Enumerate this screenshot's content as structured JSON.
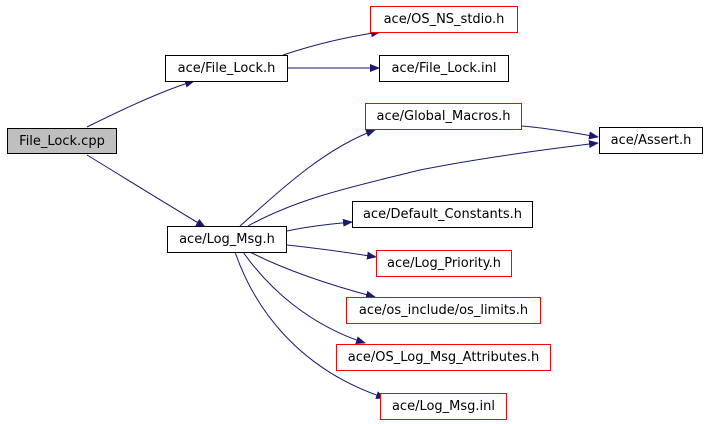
{
  "graph": {
    "nodes": {
      "file_lock_cpp": {
        "label": "File_Lock.cpp",
        "border": "#000000",
        "fill": "#bfbfbf"
      },
      "file_lock_h": {
        "label": "ace/File_Lock.h",
        "border": "#000000",
        "fill": "#ffffff"
      },
      "os_ns_stdio_h": {
        "label": "ace/OS_NS_stdio.h",
        "border": "#ff0000",
        "fill": "#ffffff"
      },
      "file_lock_inl": {
        "label": "ace/File_Lock.inl",
        "border": "#000000",
        "fill": "#ffffff"
      },
      "global_macros_h": {
        "label": "ace/Global_Macros.h",
        "border": "#ff0000",
        "fill": "#ffffff"
      },
      "assert_h": {
        "label": "ace/Assert.h",
        "border": "#000000",
        "fill": "#ffffff"
      },
      "log_msg_h": {
        "label": "ace/Log_Msg.h",
        "border": "#000000",
        "fill": "#ffffff"
      },
      "default_constants_h": {
        "label": "ace/Default_Constants.h",
        "border": "#000000",
        "fill": "#ffffff"
      },
      "log_priority_h": {
        "label": "ace/Log_Priority.h",
        "border": "#ff0000",
        "fill": "#ffffff"
      },
      "os_limits_h": {
        "label": "ace/os_include/os_limits.h",
        "border": "#ff0000",
        "fill": "#ffffff"
      },
      "os_log_msg_attributes_h": {
        "label": "ace/OS_Log_Msg_Attributes.h",
        "border": "#ff0000",
        "fill": "#ffffff"
      },
      "log_msg_inl": {
        "label": "ace/Log_Msg.inl",
        "border": "#ff0000",
        "fill": "#ffffff"
      }
    },
    "edges": [
      [
        "file_lock_cpp",
        "file_lock_h"
      ],
      [
        "file_lock_cpp",
        "log_msg_h"
      ],
      [
        "file_lock_h",
        "os_ns_stdio_h"
      ],
      [
        "file_lock_h",
        "file_lock_inl"
      ],
      [
        "log_msg_h",
        "global_macros_h"
      ],
      [
        "log_msg_h",
        "assert_h"
      ],
      [
        "log_msg_h",
        "default_constants_h"
      ],
      [
        "log_msg_h",
        "log_priority_h"
      ],
      [
        "log_msg_h",
        "os_limits_h"
      ],
      [
        "log_msg_h",
        "os_log_msg_attributes_h"
      ],
      [
        "log_msg_h",
        "log_msg_inl"
      ],
      [
        "global_macros_h",
        "assert_h"
      ]
    ],
    "edge_color": "#191970"
  }
}
